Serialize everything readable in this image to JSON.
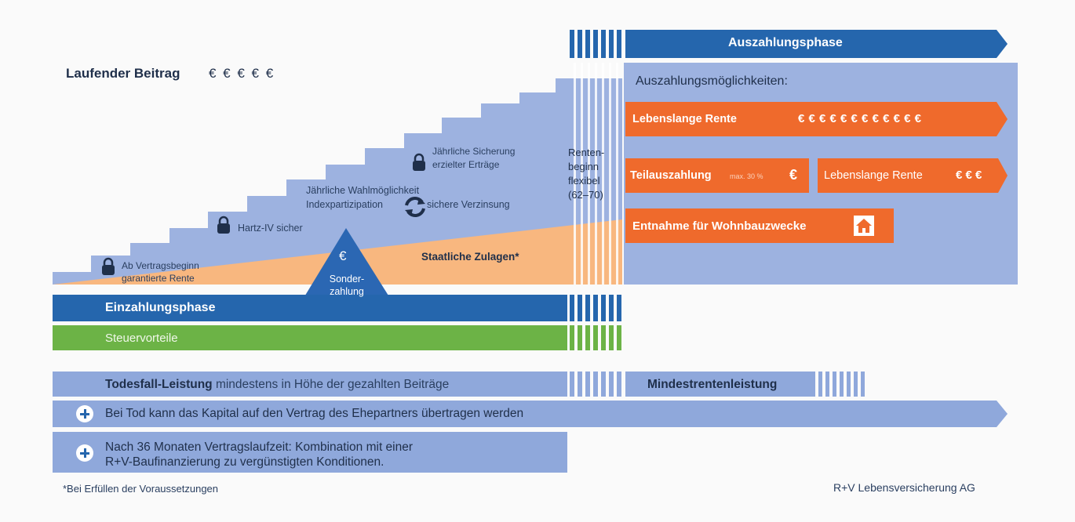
{
  "header": {
    "title": "Laufender Beitrag",
    "title_euros": "€ € € € €"
  },
  "steps": {
    "lock1": "Ab Vertragsbeginn\ngarantierte Rente",
    "lock2": "Hartz-IV sicher",
    "choice": "Jährliche Wahlmöglichkeit",
    "index_left": "Indexpartizipation",
    "index_right": "sichere Verzinsung",
    "lock3": "Jährliche Sicherung\nerzielter Erträge"
  },
  "sonderzahlung": {
    "symbol": "€",
    "label": "Sonder-\nzahlung"
  },
  "staatliche_zulagen": "Staatliche Zulagen*",
  "rentenbeginn": "Renten-\nbeginn\nflexibel\n(62–70)",
  "einzahlung": "Einzahlungsphase",
  "steuer": "Steuervorteile",
  "auszahlung": {
    "title": "Auszahlungsphase",
    "moeglichkeiten": "Auszahlungsmöglichkeiten:",
    "lebenslang": "Lebenslange Rente",
    "lebenslang_euros": "€ € € € € € € € € € € €",
    "teil": "Teilauszahlung",
    "teil_max": "max. 30 %",
    "teil_euro": "€",
    "lebenslang2": "Lebenslange Rente",
    "lebenslang2_euros": "€ € €",
    "entnahme": "Entnahme für Wohnbauzwecke"
  },
  "todesfall": {
    "bold": "Todesfall-Leistung",
    "rest": "mindestens in Höhe der gezahlten Beiträge"
  },
  "mindest": "Mindestrentenleistung",
  "plus1": "Bei Tod kann das Kapital auf den Vertrag des Ehepartners übertragen werden",
  "plus2": "Nach 36 Monaten Vertragslaufzeit: Kombination mit einer\nR+V-Baufinanzierung zu vergünstigten Konditionen.",
  "footnote": "*Bei Erfüllen der Voraussetzungen",
  "company": "R+V Lebensversicherung AG",
  "colors": {
    "dark_blue": "#2566ad",
    "light_blue": "#8fa8db",
    "orange": "#ef6a2c",
    "green": "#6cb346",
    "peach": "#f8b77f"
  },
  "icons": [
    "lock-icon",
    "refresh-icon",
    "house-icon",
    "plus-icon",
    "euro-icon"
  ]
}
